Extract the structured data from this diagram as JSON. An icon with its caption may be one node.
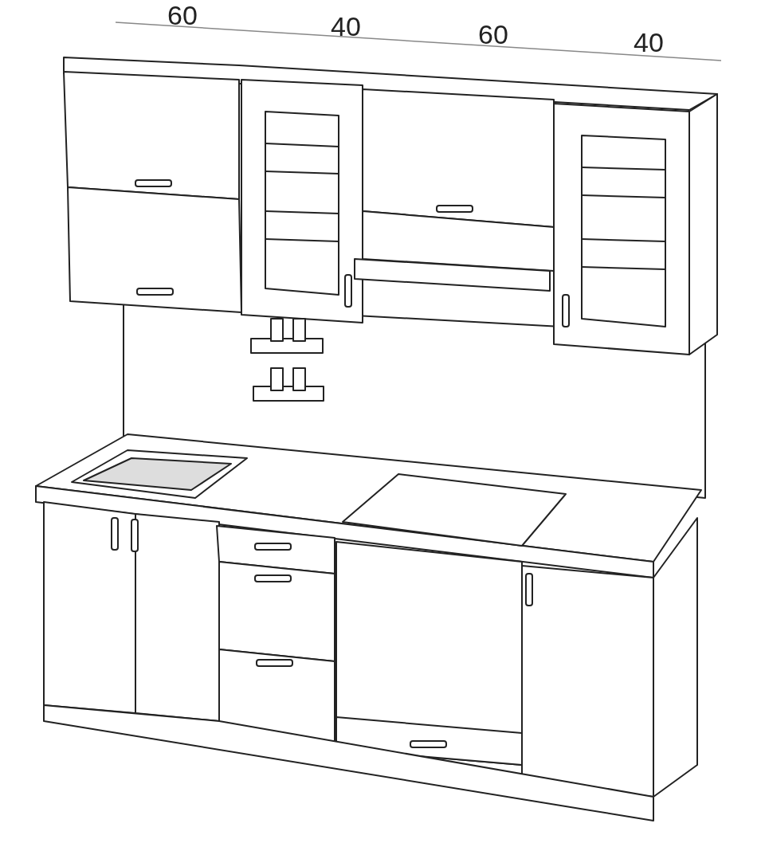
{
  "diagram": {
    "labels": [
      "60",
      "40",
      "60",
      "40"
    ]
  }
}
